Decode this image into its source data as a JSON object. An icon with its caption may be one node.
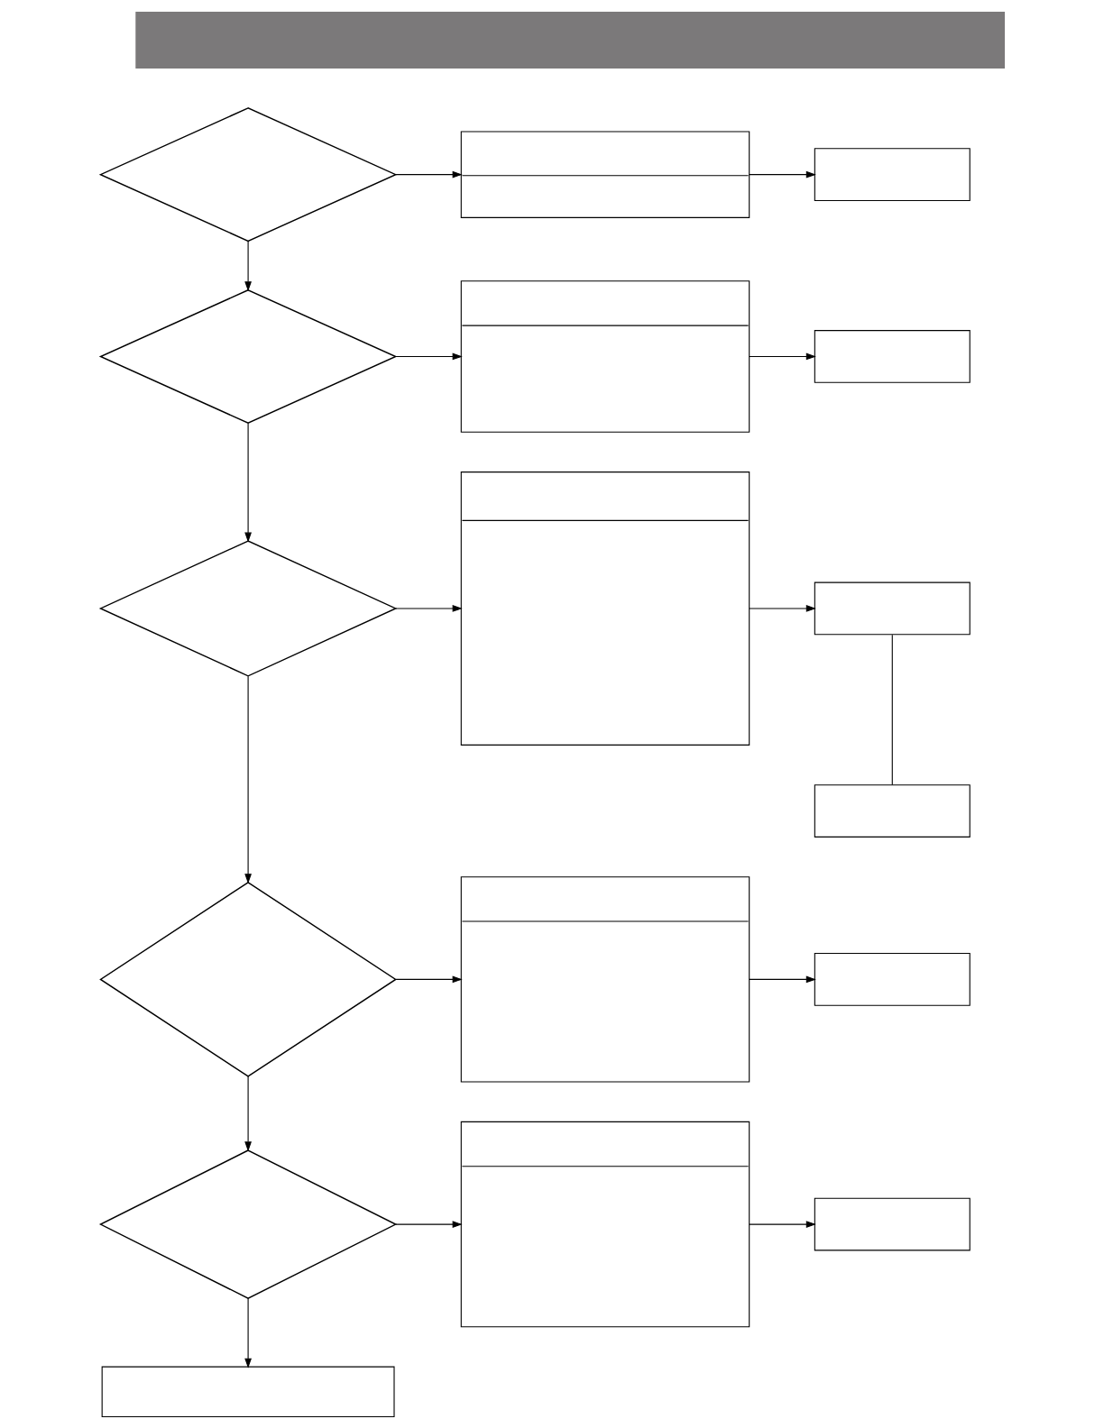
{
  "diagram": {
    "nodes": [
      {
        "text": [],
        "shape": "bar"
      },
      {
        "text": [],
        "shape": "diamond"
      },
      {
        "text": [],
        "shape": "box"
      },
      {
        "text": [],
        "shape": "box"
      },
      {
        "text": [],
        "shape": "diamond"
      },
      {
        "text": [],
        "shape": "box"
      },
      {
        "text": [],
        "shape": "box"
      },
      {
        "text": [],
        "shape": "diamond"
      },
      {
        "text": [],
        "shape": "box"
      },
      {
        "text": [],
        "shape": "box"
      },
      {
        "text": [],
        "shape": "box"
      },
      {
        "text": [],
        "shape": "diamond"
      },
      {
        "text": [],
        "shape": "box"
      },
      {
        "text": [],
        "shape": "box"
      },
      {
        "text": [],
        "shape": "diamond"
      },
      {
        "text": [],
        "shape": "box"
      },
      {
        "text": [],
        "shape": "box"
      },
      {
        "text": [],
        "shape": "box"
      }
    ],
    "edges": [
      {
        "from": 1,
        "to": 2,
        "arrow": "to"
      },
      {
        "from": 2,
        "to": 3,
        "arrow": "to"
      },
      {
        "from": 1,
        "to": 4,
        "arrow": "to"
      },
      {
        "from": 4,
        "to": 5,
        "arrow": "to"
      },
      {
        "from": 5,
        "to": 6,
        "arrow": "to"
      },
      {
        "from": 4,
        "to": 7,
        "arrow": "to"
      },
      {
        "from": 7,
        "to": 8,
        "arrow": "to"
      },
      {
        "from": 8,
        "to": 9,
        "arrow": "to"
      },
      {
        "from": 9,
        "to": 10,
        "arrow": "none"
      },
      {
        "from": 7,
        "to": 11,
        "arrow": "to"
      },
      {
        "from": 11,
        "to": 12,
        "arrow": "to"
      },
      {
        "from": 12,
        "to": 13,
        "arrow": "to"
      },
      {
        "from": 11,
        "to": 14,
        "arrow": "to"
      },
      {
        "from": 14,
        "to": 15,
        "arrow": "to"
      },
      {
        "from": 15,
        "to": 16,
        "arrow": "to"
      },
      {
        "from": 14,
        "to": 17,
        "arrow": "to"
      }
    ]
  }
}
